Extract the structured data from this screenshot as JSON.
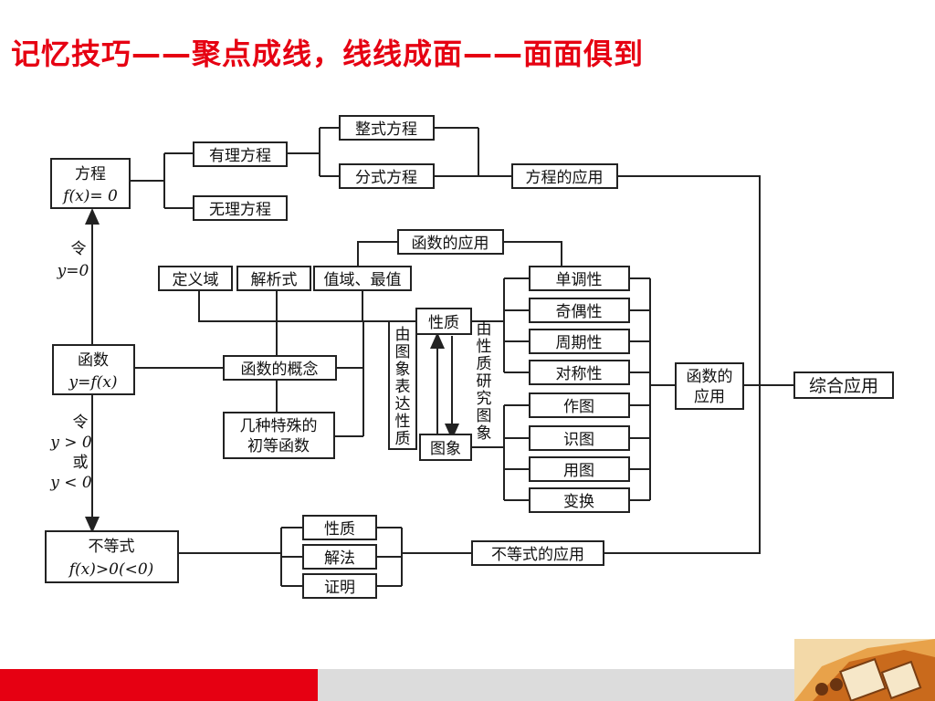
{
  "slide": {
    "title": "记忆技巧——聚点成线，线线成面——面面俱到"
  },
  "diagram": {
    "equation": {
      "line1": "方程",
      "line2": "f(x)= 0"
    },
    "rational_eq": "有理方程",
    "integral_eq": "整式方程",
    "fractional_eq": "分式方程",
    "irrational_eq": "无理方程",
    "eq_app": "方程的应用",
    "set_y0": "令",
    "y0": "y=0",
    "func_app": "函数的应用",
    "domain": "定义域",
    "expression": "解析式",
    "range_max": "值域、最值",
    "property": "性质",
    "monotonic": "单调性",
    "parity": "奇偶性",
    "periodic": "周期性",
    "symmetry": "对称性",
    "function": {
      "line1": "函数",
      "line2": "y=f(x)"
    },
    "func_concept": "函数的概念",
    "graph_to_prop": "由图象表达性质",
    "prop_to_graph": "由性质研究图象",
    "draw": "作图",
    "read": "识图",
    "use": "用图",
    "transform": "变换",
    "func_app2": {
      "line1": "函数的",
      "line2": "应用"
    },
    "comprehensive": "综合应用",
    "special_funcs": {
      "line1": "几种特殊的",
      "line2": "初等函数"
    },
    "graph": "图象",
    "set_ineq": {
      "line1": "令",
      "line2": "y > 0",
      "line3": "或",
      "line4": "y < 0"
    },
    "inequality": {
      "line1": "不等式",
      "line2": "f(x)>0(<0)"
    },
    "ineq_prop": "性质",
    "solution": "解法",
    "proof": "证明",
    "ineq_app": "不等式的应用"
  },
  "colors": {
    "title": "#e60012",
    "footer_red": "#e60012",
    "footer_grey": "#dcdcdc"
  }
}
